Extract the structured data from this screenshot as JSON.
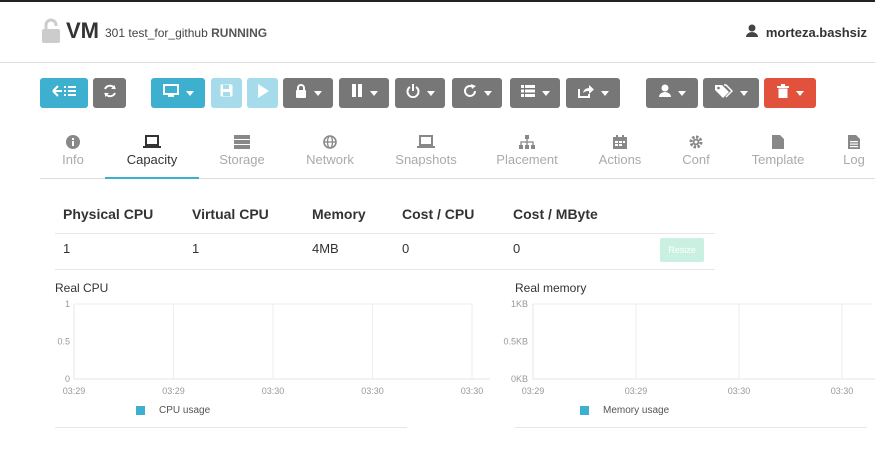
{
  "header": {
    "vm_label": "VM",
    "vm_id": "301",
    "vm_name": "test_for_github",
    "vm_state": "RUNNING",
    "username": "morteza.bashsiz"
  },
  "toolbar": {
    "buttons": [
      {
        "name": "back",
        "icon": "list-back-icon",
        "color": "#3eb0cf"
      },
      {
        "name": "refresh",
        "icon": "refresh-icon",
        "color": "#777777"
      },
      {
        "name": "console",
        "icon": "monitor-icon",
        "color": "#3eb0cf"
      },
      {
        "name": "save",
        "icon": "save-icon",
        "color": "#a5dbea"
      },
      {
        "name": "play",
        "icon": "play-icon",
        "color": "#a5dbea"
      },
      {
        "name": "lock",
        "icon": "lock-icon",
        "color": "#777777"
      },
      {
        "name": "pause",
        "icon": "pause-icon",
        "color": "#777777"
      },
      {
        "name": "power",
        "icon": "power-icon",
        "color": "#777777"
      },
      {
        "name": "reboot",
        "icon": "reload-icon",
        "color": "#777777"
      },
      {
        "name": "list",
        "icon": "list-icon",
        "color": "#777777"
      },
      {
        "name": "share",
        "icon": "share-icon",
        "color": "#777777"
      },
      {
        "name": "owner",
        "icon": "user-icon",
        "color": "#777777"
      },
      {
        "name": "labels",
        "icon": "tags-icon",
        "color": "#777777"
      },
      {
        "name": "delete",
        "icon": "trash-icon",
        "color": "#e2513b"
      }
    ]
  },
  "tabs": [
    {
      "label": "Info",
      "icon": "info-icon"
    },
    {
      "label": "Capacity",
      "icon": "laptop-icon",
      "active": true
    },
    {
      "label": "Storage",
      "icon": "storage-icon"
    },
    {
      "label": "Network",
      "icon": "globe-icon"
    },
    {
      "label": "Snapshots",
      "icon": "laptop-icon"
    },
    {
      "label": "Placement",
      "icon": "sitemap-icon"
    },
    {
      "label": "Actions",
      "icon": "calendar-icon"
    },
    {
      "label": "Conf",
      "icon": "gear-icon"
    },
    {
      "label": "Template",
      "icon": "file-icon"
    },
    {
      "label": "Log",
      "icon": "file-text-icon"
    }
  ],
  "capacity": {
    "headers": [
      "Physical CPU",
      "Virtual CPU",
      "Memory",
      "Cost / CPU",
      "Cost / MByte"
    ],
    "values": [
      "1",
      "1",
      "4MB",
      "0",
      "0"
    ],
    "resize_label": "Resize"
  },
  "chart_data": [
    {
      "type": "line",
      "title": "Real CPU",
      "y_ticks": [
        "1",
        "0.5",
        "0"
      ],
      "ylim": [
        0,
        1
      ],
      "x_ticks": [
        "03:29",
        "03:29",
        "03:30",
        "03:30",
        "03:30"
      ],
      "series": [
        {
          "name": "CPU usage",
          "values": []
        }
      ],
      "legend": "bottom-center",
      "grid": true
    },
    {
      "type": "line",
      "title": "Real memory",
      "y_ticks": [
        "1KB",
        "0.5KB",
        "0KB"
      ],
      "ylim": [
        0,
        1
      ],
      "x_ticks": [
        "03:29",
        "03:29",
        "03:30",
        "03:30"
      ],
      "series": [
        {
          "name": "Memory usage",
          "values": []
        }
      ],
      "legend": "bottom-center",
      "grid": true
    }
  ]
}
